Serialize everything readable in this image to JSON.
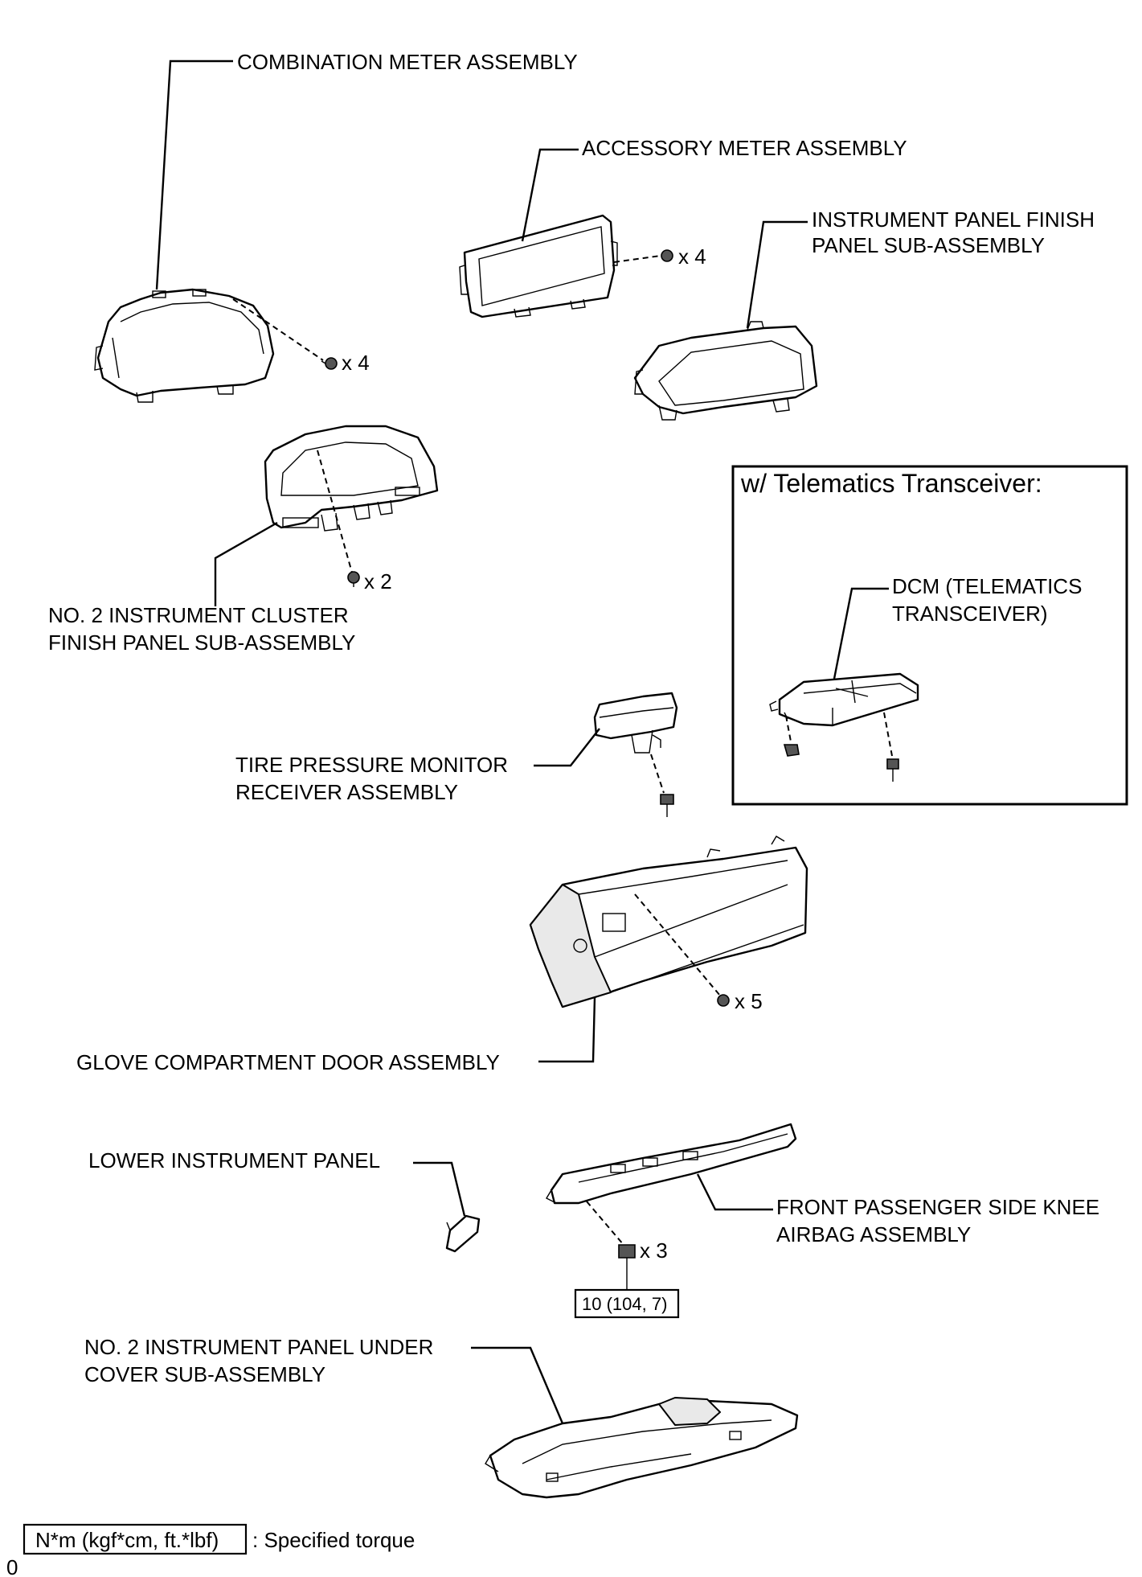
{
  "labels": {
    "combination_meter": "COMBINATION METER ASSEMBLY",
    "accessory_meter": "ACCESSORY METER ASSEMBLY",
    "ip_finish_panel_l1": "INSTRUMENT PANEL FINISH",
    "ip_finish_panel_l2": "PANEL SUB-ASSEMBLY",
    "no2_cluster_l1": "NO. 2 INSTRUMENT CLUSTER",
    "no2_cluster_l2": "FINISH PANEL SUB-ASSEMBLY",
    "telematics_title": "w/ Telematics Transceiver:",
    "dcm_l1": "DCM (TELEMATICS",
    "dcm_l2": "TRANSCEIVER)",
    "tpms_l1": "TIRE PRESSURE MONITOR",
    "tpms_l2": "RECEIVER ASSEMBLY",
    "glove_box": "GLOVE COMPARTMENT DOOR ASSEMBLY",
    "lower_ip": "LOWER INSTRUMENT PANEL",
    "knee_airbag_l1": "FRONT PASSENGER SIDE KNEE",
    "knee_airbag_l2": "AIRBAG ASSEMBLY",
    "under_cover_l1": "NO. 2 INSTRUMENT PANEL UNDER",
    "under_cover_l2": "COVER SUB-ASSEMBLY"
  },
  "quantities": {
    "combination_meter_screws": "x 4",
    "accessory_meter_screws": "x 4",
    "cluster_finish_screws": "x 2",
    "glove_box_screws": "x 5",
    "knee_airbag_bolts": "x 3"
  },
  "torque": {
    "knee_airbag_value": "10 (104, 7)"
  },
  "legend": {
    "unit_box": "N*m (kgf*cm, ft.*lbf)",
    "unit_desc": ": Specified torque"
  },
  "footer": {
    "code": "0"
  }
}
